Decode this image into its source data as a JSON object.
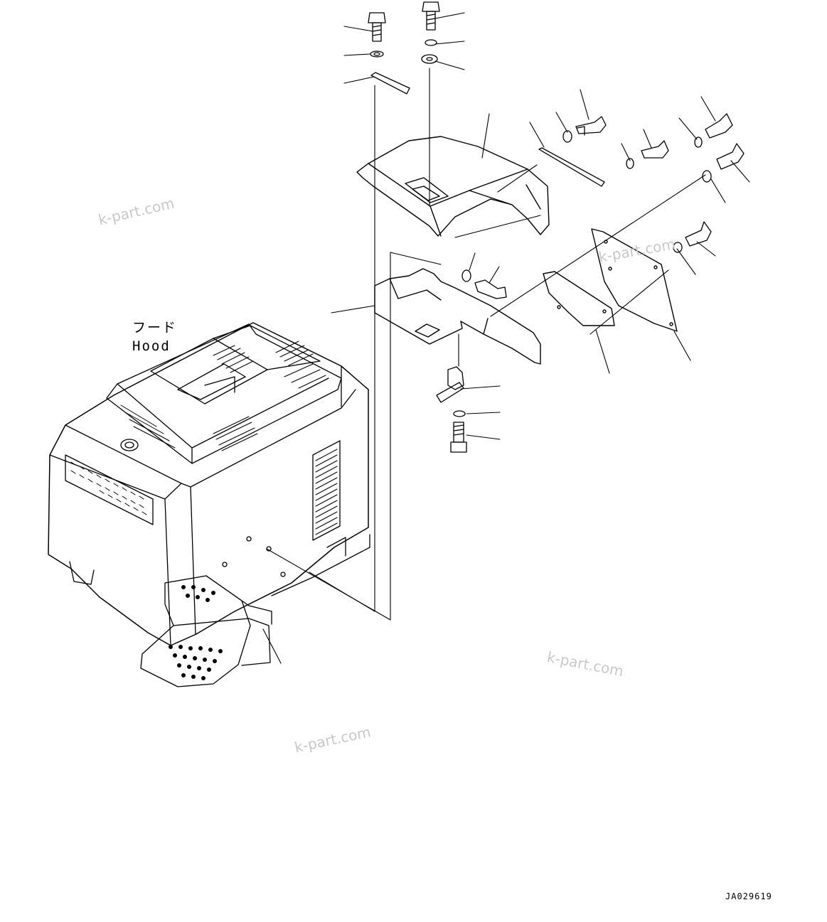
{
  "labels": {
    "hood_ja": "フード",
    "hood_en": "Hood"
  },
  "drawing_ref": "JA029619",
  "watermarks": [
    "k-part.com",
    "k-part.com",
    "k-part.com",
    "k-part.com"
  ]
}
